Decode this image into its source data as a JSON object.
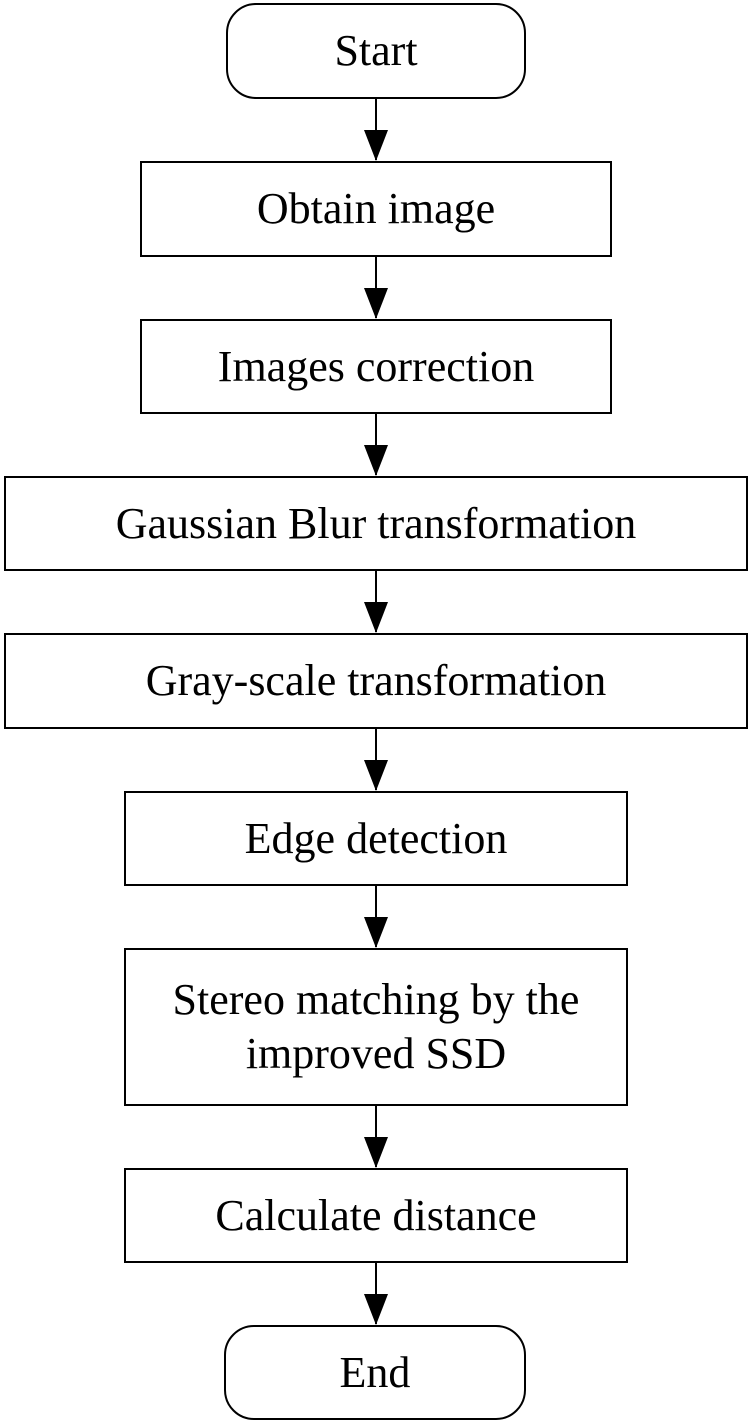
{
  "flowchart": {
    "start": "Start",
    "steps": [
      "Obtain image",
      "Images correction",
      "Gaussian Blur transformation",
      "Gray-scale transformation",
      "Edge detection",
      "Stereo matching by the improved SSD",
      "Calculate distance"
    ],
    "end": "End"
  }
}
